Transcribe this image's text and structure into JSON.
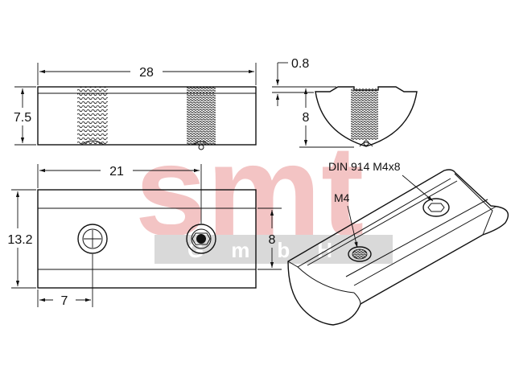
{
  "watermark": {
    "logo_text": "smt",
    "sub_text": "GmbH",
    "logo_color": "#f3c4c4",
    "band_color": "#d9d9d9"
  },
  "dimensions": {
    "top_length": "28",
    "top_height": "7.5",
    "profile_lip": "0.8",
    "profile_height": "8",
    "hole_spacing": "21",
    "bottom_width": "13.2",
    "slot_width": "8",
    "hole_offset": "7"
  },
  "annotations": {
    "thread": "M4",
    "screw": "DIN 914 M4x8"
  }
}
